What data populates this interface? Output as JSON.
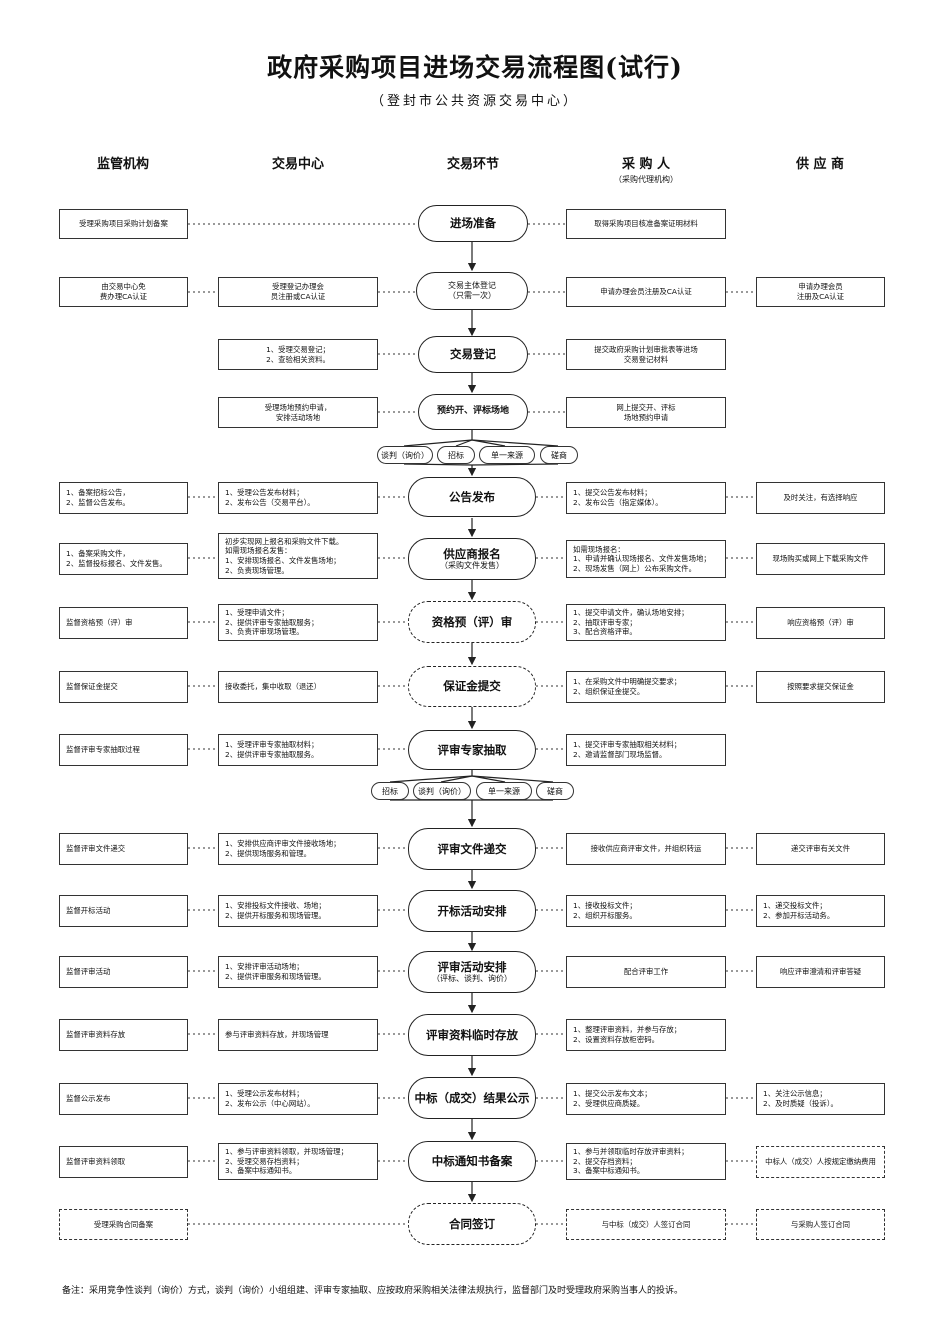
{
  "title": "政府采购项目进场交易流程图(试行)",
  "subtitle": "（登封市公共资源交易中心）",
  "columns": {
    "supervision": "监管机构",
    "trading_center": "交易中心",
    "stage": "交易环节",
    "purchaser": "采 购 人",
    "purchaser_sub": "（采购代理机构）",
    "supplier": "供 应 商"
  },
  "rows": {
    "r1": {
      "stage": "进场准备",
      "supervision": "受理采购项目采购计划备案",
      "purchaser": "取得采购项目核准备案证明材料"
    },
    "r2": {
      "stage": "交易主体登记",
      "stage_sub": "（只需一次）",
      "supervision": "由交易中心免\n费办理CA认证",
      "center": "受理登记办理会\n员注册或CA认证",
      "purchaser": "申请办理会员注册及CA认证",
      "supplier": "申请办理会员\n注册及CA认证"
    },
    "r3": {
      "stage": "交易登记",
      "center": "1、受理交易登记；\n2、查验相关资料。",
      "purchaser": "提交政府采购计划审批表等进场\n交易登记材料"
    },
    "r4": {
      "stage": "预约开、评标场地",
      "center": "受理场地预约申请，\n安排活动场地",
      "purchaser": "网上提交开、评标\n场地预约申请"
    },
    "branch1": [
      "谈判（询价）",
      "招标",
      "单一来源",
      "磋商"
    ],
    "r5": {
      "stage": "公告发布",
      "supervision": "1、备案招标公告，\n2、监督公告发布。",
      "center": "1、受理公告发布材料；\n2、发布公告（交易平台）。",
      "purchaser": "1、提交公告发布材料；\n2、发布公告（指定媒体）。",
      "supplier": "及时关注，有选择响应"
    },
    "r6": {
      "stage": "供应商报名",
      "stage_sub": "（采购文件发售）",
      "supervision": "1、备案采购文件，\n2、监督投标报名、文件发售。",
      "center": "初步实现网上报名和采购文件下载。\n如需现场报名发售：\n1、安排现场报名、文件发售场地；\n2、负责现场管理。",
      "purchaser": "如需现场报名：\n1、申请并确认现场报名、文件发售场地；\n2、现场发售（网上）公布采购文件。",
      "supplier": "现场购买或网上下载采购文件"
    },
    "r7": {
      "stage": "资格预（评）审",
      "supervision": "监督资格预（评）审",
      "center": "1、受理申请文件；\n2、提供评审专家抽取服务；\n3、负责评审现场管理。",
      "purchaser": "1、提交申请文件，确认场地安排；\n2、抽取评审专家；\n3、配合资格评审。",
      "supplier": "响应资格预（评）审"
    },
    "r8": {
      "stage": "保证金提交",
      "supervision": "监督保证金提交",
      "center": "接收委托，集中收取（退还）",
      "purchaser": "1、在采购文件中明确提交要求；\n2、组织保证金提交。",
      "supplier": "按照要求提交保证金"
    },
    "r9": {
      "stage": "评审专家抽取",
      "supervision": "监督评审专家抽取过程",
      "center": "1、受理评审专家抽取材料；\n2、提供评审专家抽取服务。",
      "purchaser": "1、提交评审专家抽取相关材料；\n2、邀请监督部门现场监督。"
    },
    "branch2": [
      "招标",
      "谈判（询价）",
      "单一来源",
      "磋商"
    ],
    "r10": {
      "stage": "评审文件递交",
      "supervision": "监督评审文件递交",
      "center": "1、安排供应商评审文件接收场地；\n2、提供现场服务和管理。",
      "purchaser": "接收供应商评审文件，并组织转运",
      "supplier": "递交评审有关文件"
    },
    "r11": {
      "stage": "开标活动安排",
      "supervision": "监督开标活动",
      "center": "1、安排投标文件接收、场地；\n2、提供开标服务和现场管理。",
      "purchaser": "1、接收投标文件；\n2、组织开标服务。",
      "supplier": "1、递交投标文件；\n2、参加开标活动务。"
    },
    "r12": {
      "stage": "评审活动安排",
      "stage_sub": "（评标、谈判、询价）",
      "supervision": "监督评审活动",
      "center": "1、安排评审活动场地；\n2、提供评审服务和现场管理。",
      "purchaser": "配合评审工作",
      "supplier": "响应评审澄清和评审答疑"
    },
    "r13": {
      "stage": "评审资料临时存放",
      "supervision": "监督评审资料存放",
      "center": "参与评审资料存放，并现场管理",
      "purchaser": "1、整理评审资料，并参与存放；\n2、设置资料存放柜密码。"
    },
    "r14": {
      "stage": "中标（成交）结果公示",
      "supervision": "监督公示发布",
      "center": "1、受理公示发布材料；\n2、发布公示（中心网站）。",
      "purchaser": "1、提交公示发布文本；\n2、受理供应商质疑。",
      "supplier": "1、关注公示信息；\n2、及时质疑（投诉）。"
    },
    "r15": {
      "stage": "中标通知书备案",
      "supervision": "监督评审资料领取",
      "center": "1、参与评审资料领取，并现场管理；\n2、受理交易存档资料；\n3、备案中标通知书。",
      "purchaser": "1、参与并领取临时存放评审资料；\n2、提交存档资料；\n3、备案中标通知书。",
      "supplier": "中标人（成交）人按规定缴纳费用"
    },
    "r16": {
      "stage": "合同签订",
      "supervision": "受理采购合同备案",
      "purchaser": "与中标（成交）人签订合同",
      "supplier": "与采购人签订合同"
    }
  },
  "footnote": "备注：采用竞争性谈判（询价）方式，谈判（询价）小组组建、评审专家抽取、应按政府采购相关法律法规执行，监督部门及时受理政府采购当事人的投诉。"
}
